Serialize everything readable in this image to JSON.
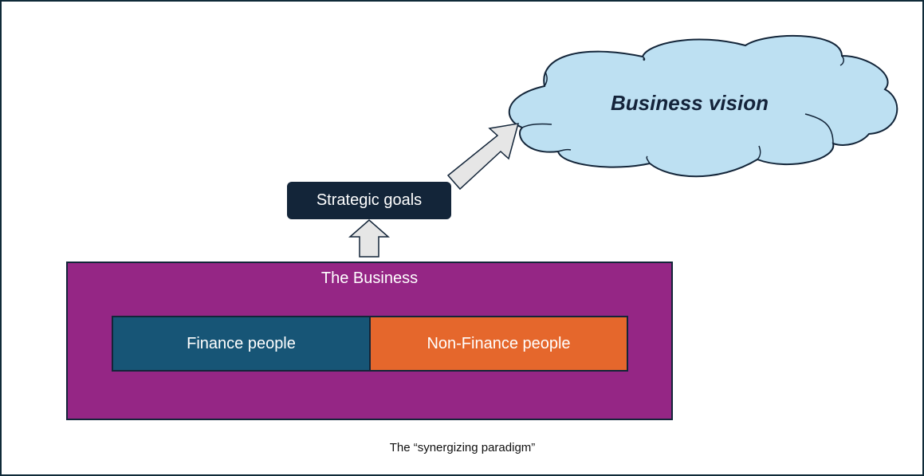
{
  "diagram": {
    "title_caption": "The “synergizing paradigm”",
    "vision": {
      "label": "Business vision",
      "shape": "cloud"
    },
    "strategic_goals": {
      "label": "Strategic goals"
    },
    "business": {
      "label": "The Business",
      "groups": [
        {
          "label": "Finance people"
        },
        {
          "label": "Non-Finance people"
        }
      ]
    },
    "connectors": [
      {
        "from": "The Business",
        "to": "Strategic goals",
        "type": "block-arrow-up"
      },
      {
        "from": "Strategic goals",
        "to": "Business vision",
        "type": "block-arrow-diagonal"
      }
    ]
  },
  "colors": {
    "frame_border": "#0f2a38",
    "cloud_fill": "#bde0f2",
    "cloud_stroke": "#132539",
    "vision_text": "#14233a",
    "goals_fill": "#132539",
    "business_fill": "#952685",
    "finance_fill": "#175576",
    "nonfinance_fill": "#e5672c",
    "arrow_fill": "#e6e6e6",
    "arrow_stroke": "#132539"
  }
}
